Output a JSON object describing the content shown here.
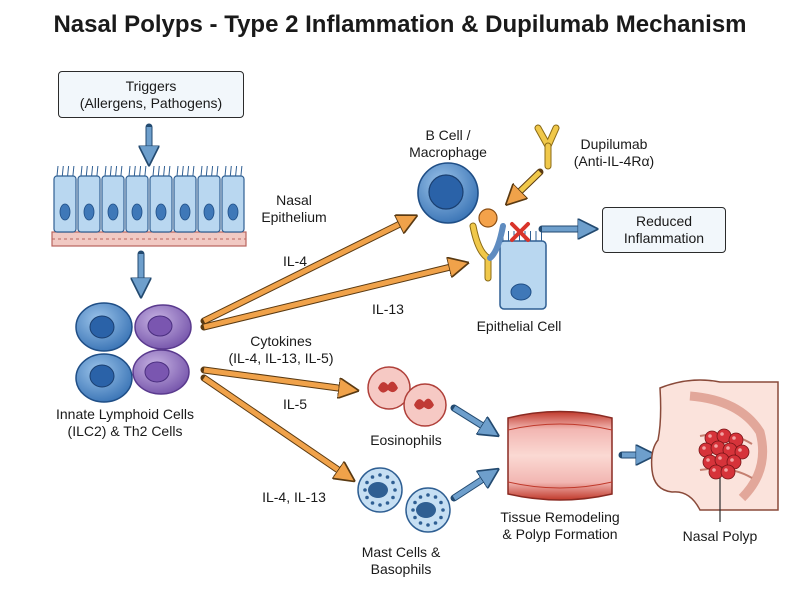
{
  "title": "Nasal Polyps - Type 2 Inflammation & Dupilumab Mechanism",
  "triggers": {
    "line1": "Triggers",
    "line2": "(Allergens, Pathogens)"
  },
  "nasal_epithelium": {
    "line1": "Nasal",
    "line2": "Epithelium"
  },
  "ilc": {
    "line1": "Innate Lymphoid Cells",
    "line2": "(ILC2) & Th2 Cells"
  },
  "cytokines": {
    "line1": "Cytokines",
    "line2": "(IL-4, IL-13, IL-5)"
  },
  "arrow_labels": {
    "il4": "IL-4",
    "il13": "IL-13",
    "il5": "IL-5",
    "il4_il13": "IL-4, IL-13"
  },
  "bcell": {
    "line1": "B Cell /",
    "line2": "Macrophage"
  },
  "dupilumab": {
    "line1": "Dupilumab",
    "line2": "(Anti-IL-4Rα)"
  },
  "epithelial_cell": "Epithelial Cell",
  "reduced": {
    "line1": "Reduced",
    "line2": "Inflammation"
  },
  "eosinophils": "Eosinophils",
  "mast": {
    "line1": "Mast Cells &",
    "line2": "Basophils"
  },
  "tissue": {
    "line1": "Tissue Remodeling",
    "line2": "& Polyp Formation"
  },
  "nasal_polyp": "Nasal Polyp",
  "colors": {
    "orange": "#f0a24a",
    "blue_arrow": "#6e9fcc",
    "cell_blue": "#4a86c8",
    "cell_purple": "#8a6bb8",
    "eosin_red": "#d9534f",
    "antibody_yellow": "#f0c84a",
    "inhibit_red": "#d9342b",
    "tissue_pink": "#e9898b"
  }
}
